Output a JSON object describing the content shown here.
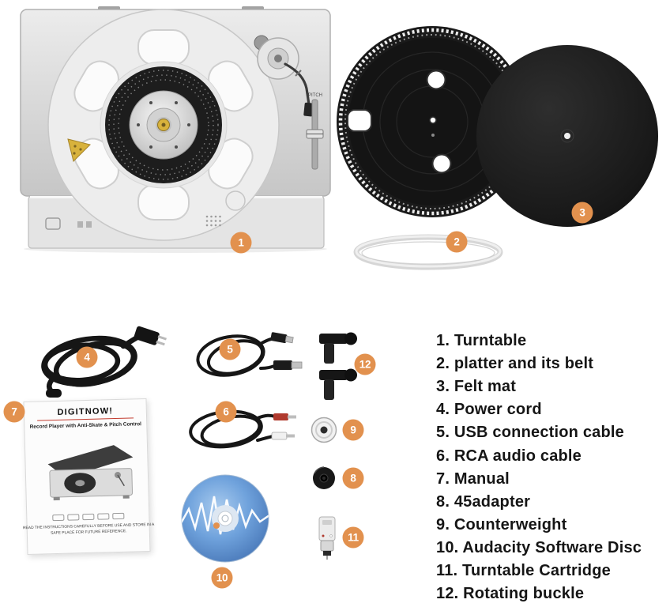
{
  "colors": {
    "callout": "#E2914E",
    "rca_red": "#B03A2E",
    "disc_blue": "#5B8FD4",
    "gold": "#D8B23C"
  },
  "badges": {
    "turntable": "1",
    "platter_belt": "2",
    "felt_mat": "3",
    "power_cord": "4",
    "usb_cable": "5",
    "rca_cable": "6",
    "manual": "7",
    "adapter_45": "8",
    "counterweight": "9",
    "software_disc": "10",
    "cartridge": "11",
    "rotating_buckle": "12"
  },
  "legend": {
    "items": [
      "1. Turntable",
      "2. platter and its belt",
      "3. Felt mat",
      "4. Power cord",
      "5. USB connection cable",
      "6. RCA audio cable",
      "7. Manual",
      "8. 45adapter",
      "9. Counterweight",
      "10. Audacity Software Disc",
      "11. Turntable Cartridge",
      "12. Rotating buckle"
    ]
  },
  "turntable": {
    "pitch_label": "PITCH"
  },
  "manual_cover": {
    "brand": "DIGITNOW!",
    "subtitle": "Record Player with Anti-Skate & Pitch Control",
    "footer_line1": "READ THE INSTRUCTIONS CAREFULLY BEFORE USE AND STORE IN A",
    "footer_line2": "SAFE PLACE FOR FUTURE REFERENCE."
  }
}
